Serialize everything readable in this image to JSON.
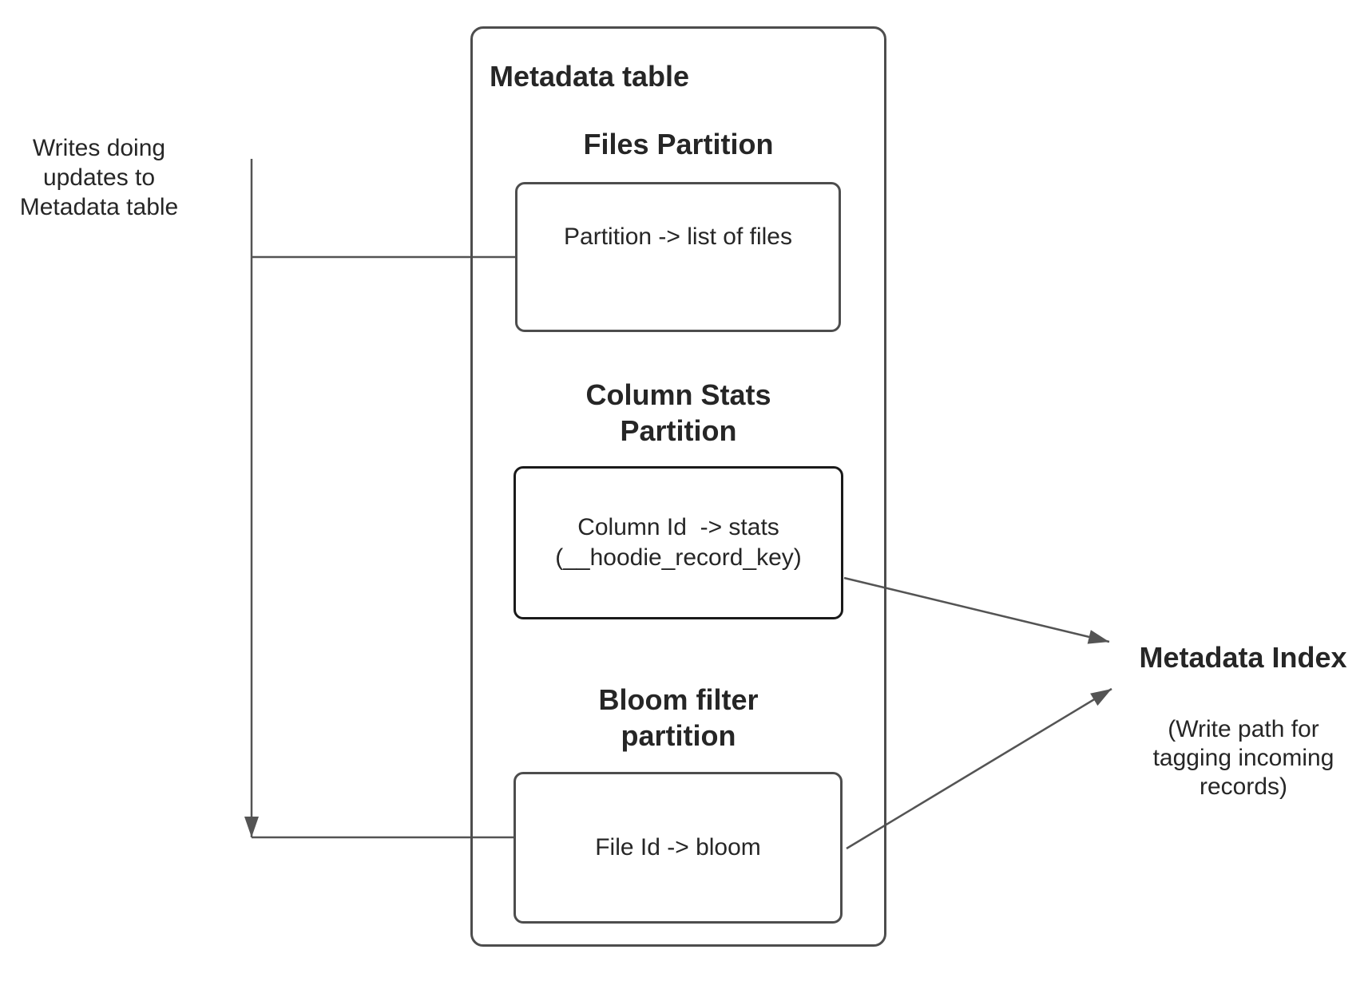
{
  "left_note": {
    "text": "Writes doing\nupdates to\nMetadata table"
  },
  "metadata_table": {
    "title": "Metadata table",
    "files_partition": {
      "heading": "Files Partition",
      "mapping": "Partition -> list of files"
    },
    "column_stats_partition": {
      "heading": "Column Stats\nPartition",
      "mapping": "Column Id  -> stats\n(__hoodie_record_key)"
    },
    "bloom_filter_partition": {
      "heading": "Bloom filter\npartition",
      "mapping": "File Id -> bloom"
    }
  },
  "metadata_index": {
    "title": "Metadata Index",
    "note": "(Write path for\ntagging incoming\nrecords)"
  },
  "colors": {
    "connector": "#545454",
    "box_border": "#4d4d4d",
    "stats_box_border": "#1a1a1a",
    "text": "#262626",
    "background": "#ffffff"
  }
}
